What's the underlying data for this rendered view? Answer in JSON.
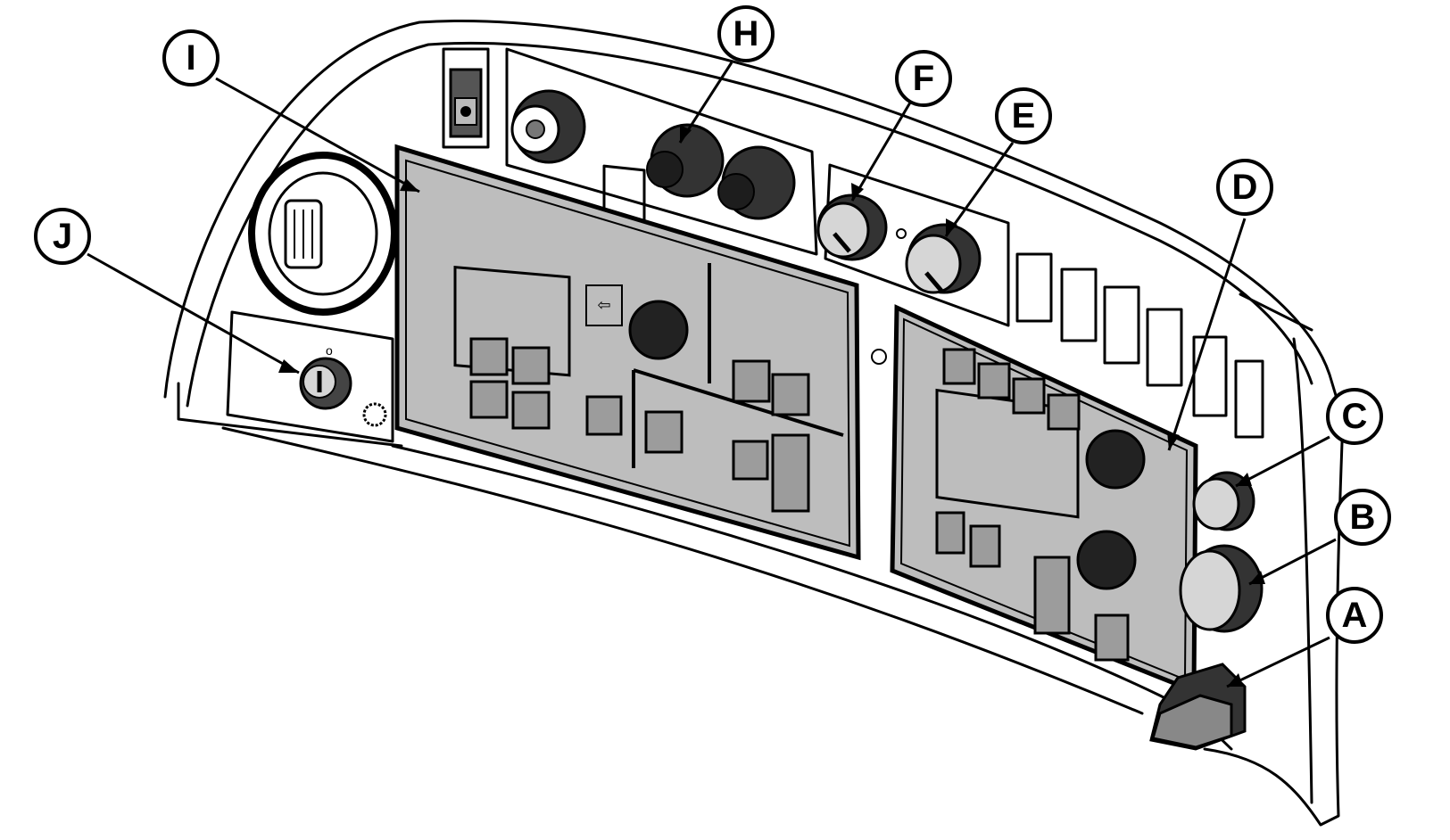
{
  "callouts": {
    "a": {
      "letter": "A"
    },
    "b": {
      "letter": "B"
    },
    "c": {
      "letter": "C"
    },
    "d": {
      "letter": "D"
    },
    "e": {
      "letter": "E"
    },
    "f": {
      "letter": "F"
    },
    "h": {
      "letter": "H"
    },
    "i": {
      "letter": "I"
    },
    "j": {
      "letter": "J"
    }
  },
  "colors": {
    "panel_fill": "#bdbdbd",
    "outline": "#000000",
    "background": "#ffffff"
  },
  "icons": {
    "rocker_switch": "rocker-switch-icon",
    "knob": "rotary-knob-icon",
    "arrow_button": "arrow-button-icon",
    "indicator_light": "indicator-light-icon",
    "power_socket": "power-socket-icon"
  }
}
